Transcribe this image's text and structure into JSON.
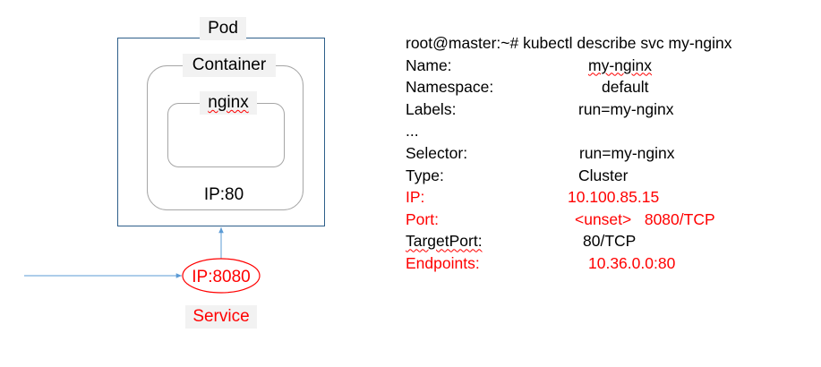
{
  "diagram": {
    "pod_label": "Pod",
    "container_label": "Container",
    "nginx_label": "nginx",
    "container_port": "IP:80",
    "service_port": "IP:8080",
    "service_label": "Service"
  },
  "terminal": {
    "command": "root@master:~# kubectl describe svc my-nginx",
    "rows": [
      {
        "key": "Name:",
        "value": "my-nginx"
      },
      {
        "key": "Namespace:",
        "value": "default"
      },
      {
        "key": "Labels:",
        "value": "run=my-nginx"
      },
      {
        "key": "..."
      },
      {
        "key": "Selector:",
        "value": "run=my-nginx"
      },
      {
        "key": "Type:",
        "value": "Cluster"
      },
      {
        "key": "IP:",
        "value": "10.100.85.15"
      },
      {
        "key": "Port:",
        "value": "<unset>   8080/TCP"
      },
      {
        "key": "TargetPort:",
        "value": "80/TCP"
      },
      {
        "key": "Endpoints:",
        "value": "10.36.0.0:80"
      }
    ]
  },
  "colors": {
    "accent_red": "#ff0000",
    "pod_border": "#2e5f8a",
    "rounded_border": "#a6a6a6",
    "arrow": "#5b9bd5",
    "label_bg": "#f2f2f2"
  }
}
